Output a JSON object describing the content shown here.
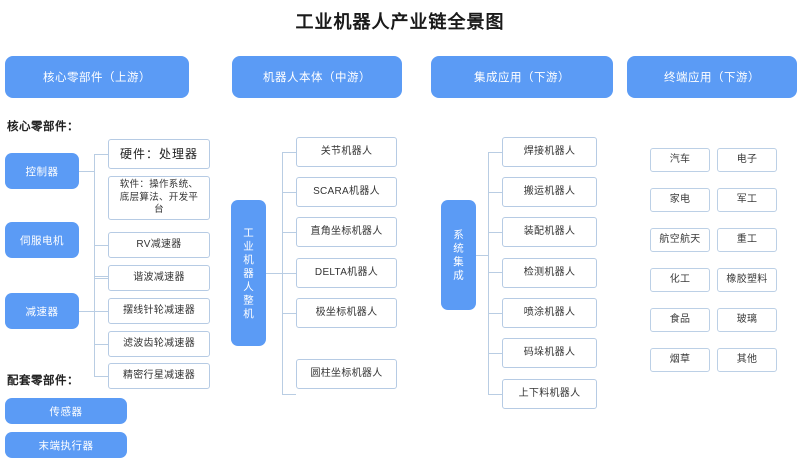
{
  "page": {
    "title": "工业机器人产业链全景图",
    "accent_color": "#5b9bf5",
    "box_border_color": "#b6cbe4",
    "background_color": "#ffffff"
  },
  "headers": [
    {
      "label": "核心零部件（上游）"
    },
    {
      "label": "机器人本体（中游）"
    },
    {
      "label": "集成应用（下游）"
    },
    {
      "label": "终端应用（下游）"
    }
  ],
  "upstream": {
    "caption_core": "核心零部件：",
    "caption_support": "配套零部件：",
    "core_nodes": [
      {
        "label": "控制器"
      },
      {
        "label": "伺服电机"
      },
      {
        "label": "减速器"
      }
    ],
    "controller_children": [
      {
        "label": "硬件：处理器"
      },
      {
        "label": "软件：操作系统、底层算法、开发平台"
      }
    ],
    "reducer_children": [
      {
        "label": "RV减速器"
      },
      {
        "label": "谐波减速器"
      },
      {
        "label": "摆线针轮减速器"
      },
      {
        "label": "滤波齿轮减速器"
      },
      {
        "label": "精密行星减速器"
      }
    ],
    "support_nodes": [
      {
        "label": "传感器"
      },
      {
        "label": "末端执行器"
      }
    ]
  },
  "midstream": {
    "root": "工业机器人整机",
    "items": [
      {
        "label": "关节机器人"
      },
      {
        "label": "SCARA机器人"
      },
      {
        "label": "直角坐标机器人"
      },
      {
        "label": "DELTA机器人"
      },
      {
        "label": "极坐标机器人"
      },
      {
        "label": "圆柱坐标机器人"
      }
    ]
  },
  "downstream": {
    "root": "系统集成",
    "items": [
      {
        "label": "焊接机器人"
      },
      {
        "label": "搬运机器人"
      },
      {
        "label": "装配机器人"
      },
      {
        "label": "检测机器人"
      },
      {
        "label": "喷涂机器人"
      },
      {
        "label": "码垛机器人"
      },
      {
        "label": "上下料机器人"
      }
    ]
  },
  "applications": {
    "items": [
      {
        "label": "汽车"
      },
      {
        "label": "电子"
      },
      {
        "label": "家电"
      },
      {
        "label": "军工"
      },
      {
        "label": "航空航天"
      },
      {
        "label": "重工"
      },
      {
        "label": "化工"
      },
      {
        "label": "橡胶塑料"
      },
      {
        "label": "食品"
      },
      {
        "label": "玻璃"
      },
      {
        "label": "烟草"
      },
      {
        "label": "其他"
      }
    ]
  }
}
